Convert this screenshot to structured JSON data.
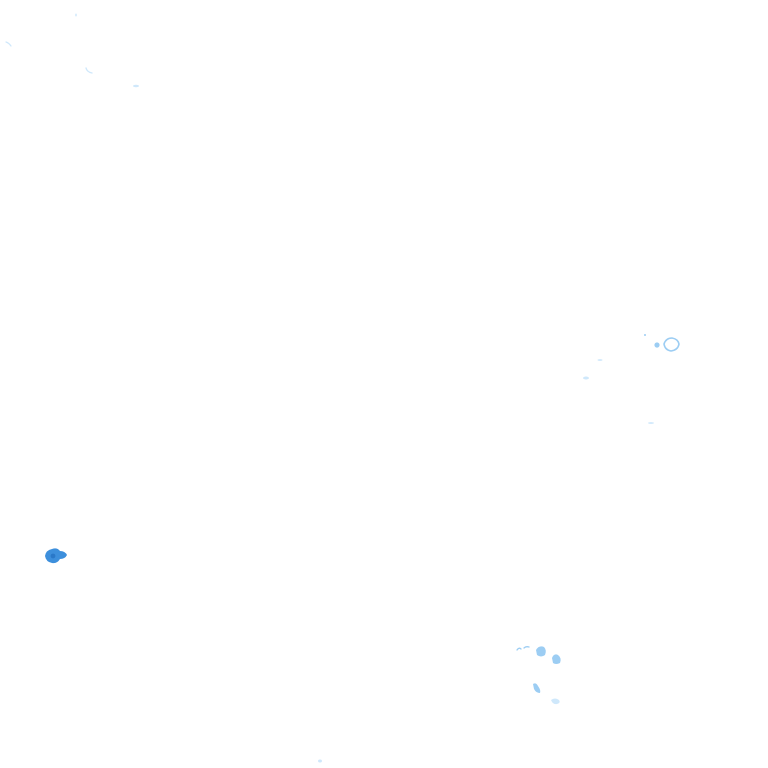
{
  "map": {
    "type": "precipitation-radar-tile",
    "background_color": "#ffffff",
    "legend_colors": {
      "light": "#cfe8fb",
      "moderate": "#9ccdf3",
      "heavy": "#3d8fdc"
    }
  },
  "echoes": [
    {
      "id": "cell-nw-1",
      "intensity": "light"
    },
    {
      "id": "cell-nw-2",
      "intensity": "light"
    },
    {
      "id": "cell-nw-3",
      "intensity": "light"
    },
    {
      "id": "cell-nw-4",
      "intensity": "light"
    },
    {
      "id": "cell-e-1",
      "intensity": "moderate"
    },
    {
      "id": "cell-e-2",
      "intensity": "light"
    },
    {
      "id": "cell-e-3",
      "intensity": "light"
    },
    {
      "id": "cell-e-4",
      "intensity": "light"
    },
    {
      "id": "cell-w-1",
      "intensity": "heavy"
    },
    {
      "id": "cell-se-1",
      "intensity": "moderate"
    },
    {
      "id": "cell-se-2",
      "intensity": "moderate"
    },
    {
      "id": "cell-se-3",
      "intensity": "moderate"
    },
    {
      "id": "cell-se-4",
      "intensity": "light"
    },
    {
      "id": "cell-s-1",
      "intensity": "light"
    }
  ]
}
